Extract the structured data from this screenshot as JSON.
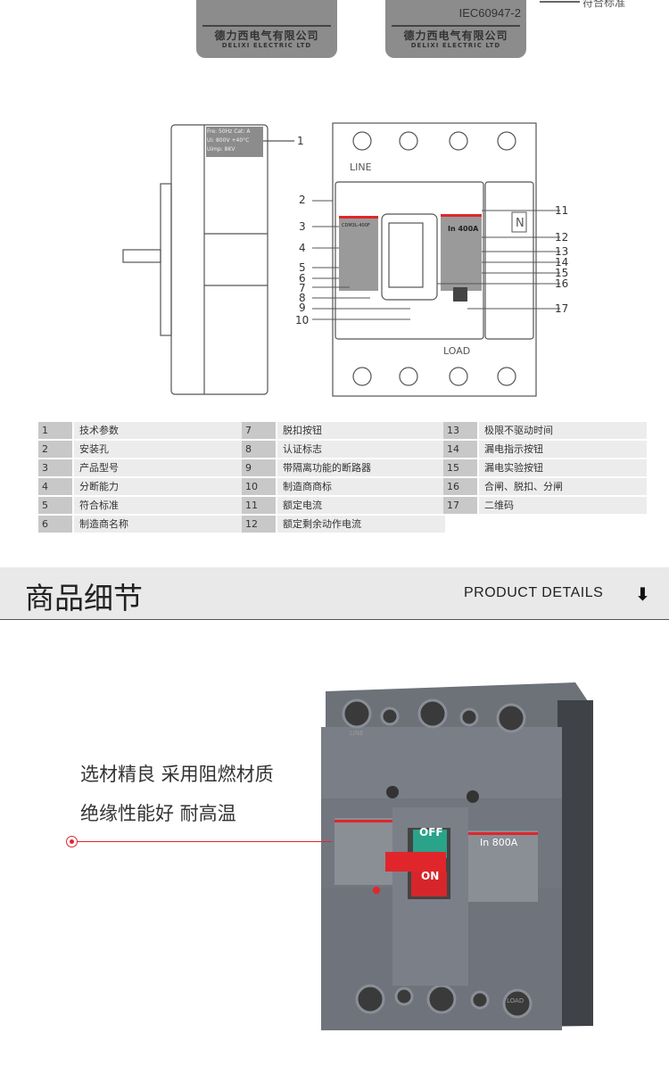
{
  "top_labels": {
    "company_cn": "德力西电气有限公司",
    "company_en": "DELIXI ELECTRIC LTD",
    "standard": "IEC60947-2",
    "annotation": "符合标准"
  },
  "diagram": {
    "side_label": {
      "fre": "Fre: 50Hz",
      "cat": "Cat: A",
      "ui": "Ui: 800V",
      "temp": "+40°C",
      "uimp": "Uimp: 8KV"
    },
    "line_label": "LINE",
    "load_label": "LOAD",
    "rating": "In 400A",
    "model": "CDM3L-400F",
    "neutral": "N",
    "callouts": [
      "1",
      "2",
      "3",
      "4",
      "5",
      "6",
      "7",
      "8",
      "9",
      "10",
      "11",
      "12",
      "13",
      "14",
      "15",
      "16",
      "17"
    ]
  },
  "legend": [
    [
      {
        "n": "1",
        "t": "技术参数"
      },
      {
        "n": "2",
        "t": "安装孔"
      },
      {
        "n": "3",
        "t": "产品型号"
      },
      {
        "n": "4",
        "t": "分断能力"
      },
      {
        "n": "5",
        "t": "符合标准"
      },
      {
        "n": "6",
        "t": "制造商名称"
      }
    ],
    [
      {
        "n": "7",
        "t": "脱扣按钮"
      },
      {
        "n": "8",
        "t": "认证标志"
      },
      {
        "n": "9",
        "t": "带隔离功能的断路器"
      },
      {
        "n": "10",
        "t": "制造商商标"
      },
      {
        "n": "11",
        "t": "额定电流"
      },
      {
        "n": "12",
        "t": "额定剩余动作电流"
      }
    ],
    [
      {
        "n": "13",
        "t": "极限不驱动时间"
      },
      {
        "n": "14",
        "t": "漏电指示按钮"
      },
      {
        "n": "15",
        "t": "漏电实验按钮"
      },
      {
        "n": "16",
        "t": "合闸、脱扣、分闸"
      },
      {
        "n": "17",
        "t": "二维码"
      }
    ]
  ],
  "section": {
    "title": "商品细节",
    "subtitle": "PRODUCT DETAILS"
  },
  "product": {
    "features": [
      "选材精良 采用阻燃材质",
      "绝缘性能好 耐高温"
    ],
    "off": "OFF",
    "on": "ON",
    "rating": "In 800A",
    "line": "LINE",
    "load": "LOAD"
  },
  "colors": {
    "accent_red": "#e0262b",
    "plate_gray": "#8c8c8c",
    "body_gray": "#6d7178"
  }
}
